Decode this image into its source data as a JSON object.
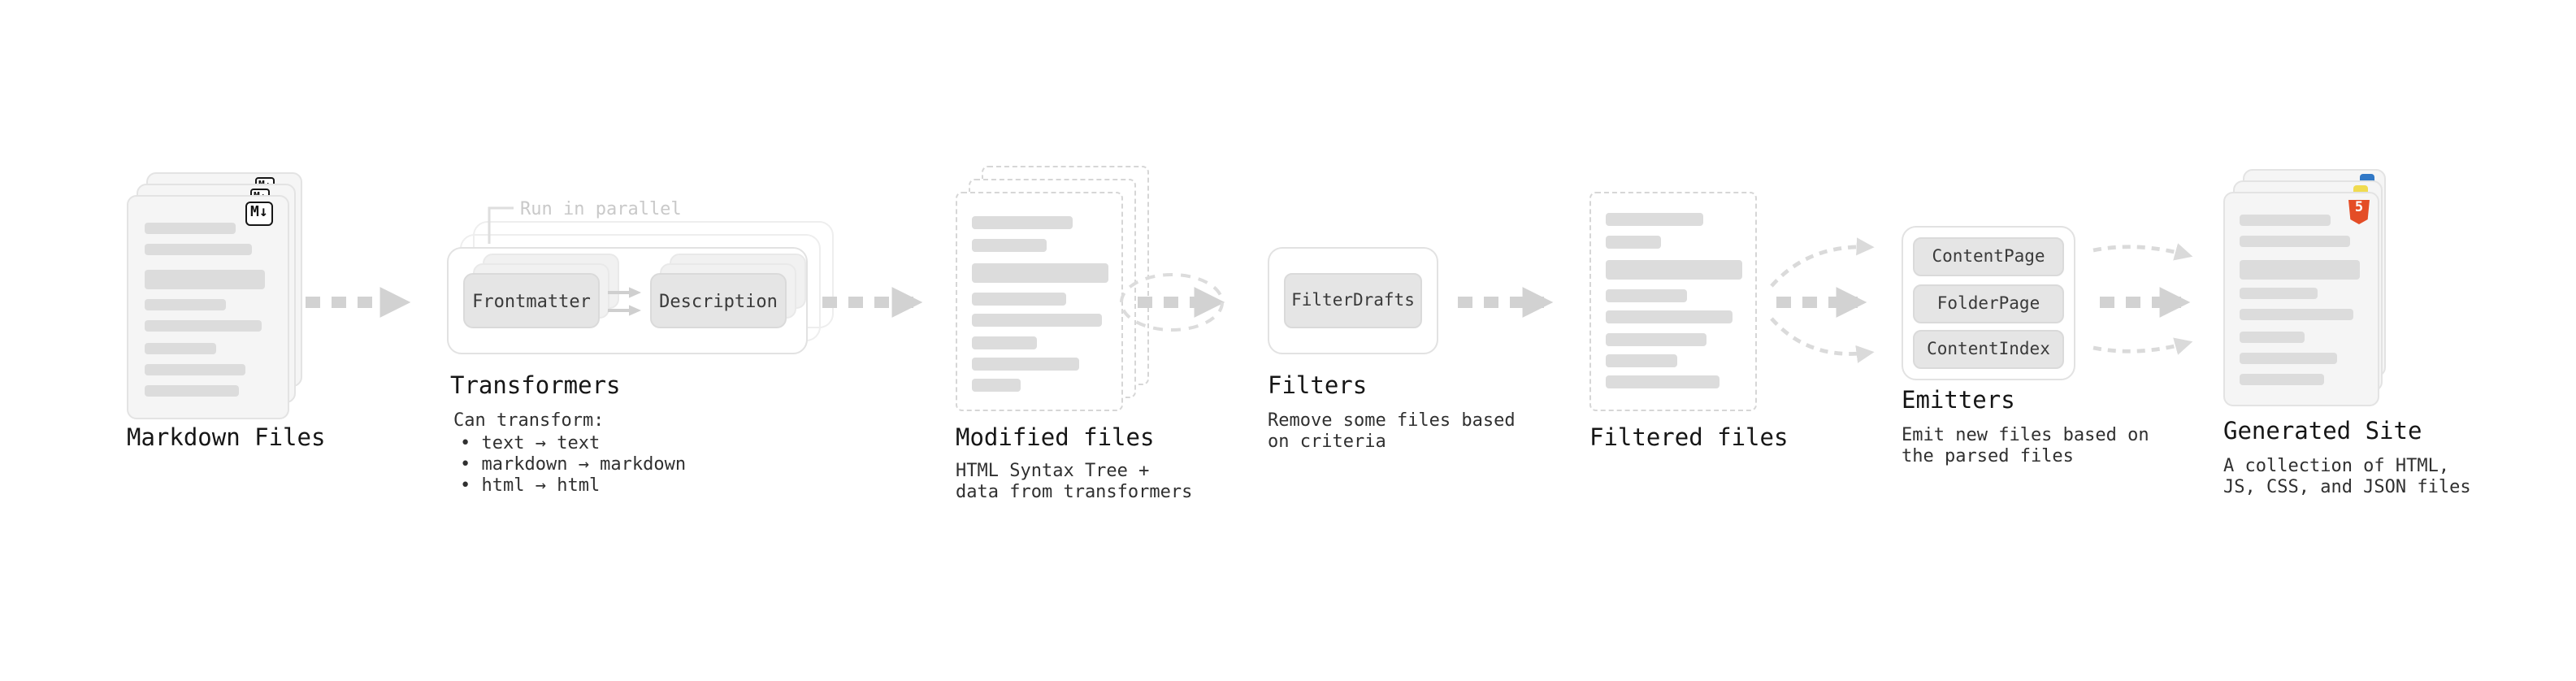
{
  "nodes": {
    "markdown_files": {
      "label": "Markdown Files",
      "badge": "M↓"
    },
    "transformers": {
      "label": "Transformers",
      "annotation": "Run in parallel",
      "buttons": [
        "Frontmatter",
        "Description"
      ],
      "desc_title": "Can transform:",
      "bullets": [
        "• text → text",
        "• markdown → markdown",
        "• html → html"
      ]
    },
    "modified_files": {
      "label": "Modified files",
      "desc": [
        "HTML Syntax Tree +",
        "data from transformers"
      ]
    },
    "filters": {
      "label": "Filters",
      "buttons": [
        "FilterDrafts"
      ],
      "desc": [
        "Remove some files based",
        "on criteria"
      ]
    },
    "filtered_files": {
      "label": "Filtered files"
    },
    "emitters": {
      "label": "Emitters",
      "buttons": [
        "ContentPage",
        "FolderPage",
        "ContentIndex"
      ],
      "desc": [
        "Emit new files based on",
        "the parsed files"
      ]
    },
    "generated_site": {
      "label": "Generated Site",
      "badge": "5",
      "desc": [
        "A collection of HTML,",
        "JS, CSS, and JSON files"
      ]
    }
  },
  "colors": {
    "arrow": "#d2d2d2",
    "bar": "#dcdcdc",
    "card_bg": "#f5f5f5",
    "html5_orange": "#e44d26",
    "js_yellow": "#f0db4f",
    "css_blue": "#3178c6",
    "text": "#1a1a1a"
  }
}
